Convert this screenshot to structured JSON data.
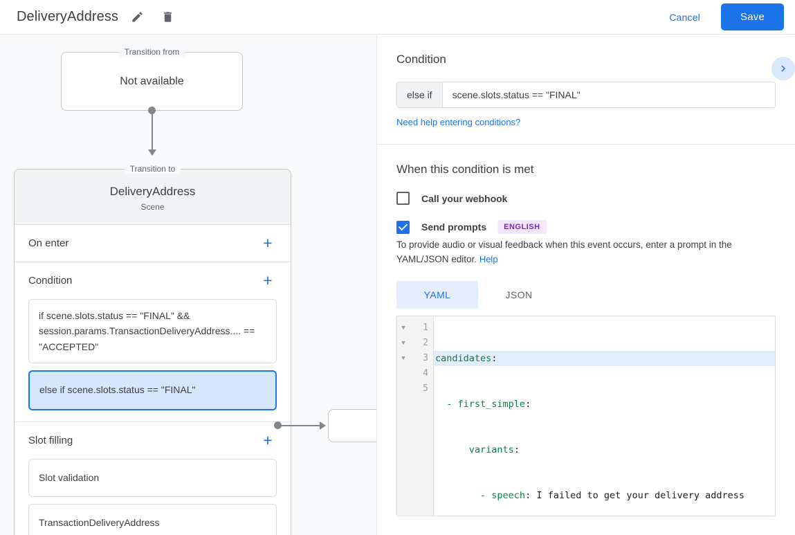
{
  "header": {
    "title": "DeliveryAddress",
    "edit_icon": "pencil-icon",
    "delete_icon": "trash-icon",
    "cancel_label": "Cancel",
    "save_label": "Save",
    "accent_color": "#1a73e8"
  },
  "graph": {
    "transition_from": {
      "legend": "Transition from",
      "value": "Not available"
    },
    "transition_to": {
      "legend": "Transition to",
      "title": "DeliveryAddress",
      "subtitle": "Scene"
    },
    "sections": [
      {
        "title": "On enter",
        "add_label": "+",
        "items": []
      },
      {
        "title": "Condition",
        "add_label": "+",
        "items": [
          {
            "text": "if scene.slots.status == \"FINAL\" && session.params.TransactionDeliveryAddress.... == \"ACCEPTED\"",
            "selected": false
          },
          {
            "text": "else if scene.slots.status == \"FINAL\"",
            "selected": true
          }
        ]
      },
      {
        "title": "Slot filling",
        "add_label": "+",
        "items": [
          {
            "text": "Slot validation",
            "selected": false
          },
          {
            "text": "TransactionDeliveryAddress",
            "selected": false
          }
        ]
      }
    ]
  },
  "details": {
    "condition": {
      "heading": "Condition",
      "prefix": "else if",
      "value": "scene.slots.status == \"FINAL\"",
      "help_link": "Need help entering conditions?",
      "collapse_icon": "chevron-right-icon"
    },
    "when_met": {
      "heading": "When this condition is met",
      "webhook": {
        "label": "Call your webhook",
        "checked": false
      },
      "prompts": {
        "label": "Send prompts",
        "badge": "ENGLISH",
        "badge_color": "#7627b8",
        "checked": true
      },
      "description": "To provide audio or visual feedback when this event occurs, enter a prompt in the YAML/JSON editor.",
      "help_label": "Help"
    },
    "editor": {
      "tabs": [
        {
          "label": "YAML",
          "active": true
        },
        {
          "label": "JSON",
          "active": false
        }
      ],
      "lines": [
        {
          "num": "1",
          "fold": true,
          "highlight": true,
          "key": "candidates",
          "indent": "",
          "value": ""
        },
        {
          "num": "2",
          "fold": true,
          "highlight": false,
          "key": "- first_simple",
          "indent": "  ",
          "value": ""
        },
        {
          "num": "3",
          "fold": true,
          "highlight": false,
          "key": "variants",
          "indent": "      ",
          "value": ""
        },
        {
          "num": "4",
          "fold": false,
          "highlight": false,
          "key": "- speech",
          "indent": "        ",
          "value": " I failed to get your delivery address"
        },
        {
          "num": "5",
          "fold": false,
          "highlight": false,
          "key": "",
          "indent": "",
          "value": ""
        }
      ]
    }
  }
}
